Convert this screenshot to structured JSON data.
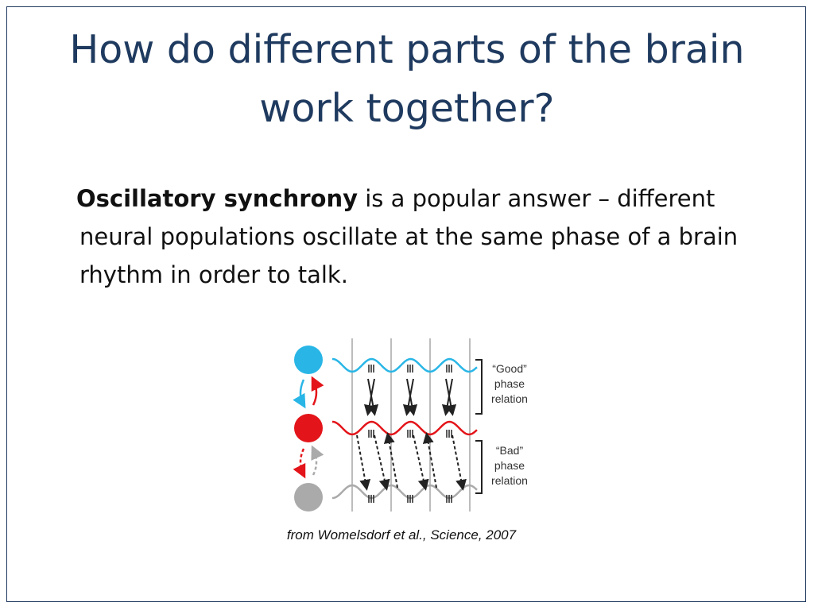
{
  "slide": {
    "title": "How do different parts of the brain work together?",
    "body": {
      "term": "Oscillatory synchrony",
      "text": " is a popular answer – different neural populations oscillate at the same phase of a brain rhythm in order to talk."
    },
    "caption": "from Womelsdorf et al., Science, 2007"
  },
  "figure": {
    "good_label": [
      "“Good”",
      "phase",
      "relation"
    ],
    "bad_label": [
      "“Bad”",
      "phase",
      "relation"
    ],
    "colors": {
      "blue": "#29b6e6",
      "red": "#e3151a",
      "gray": "#aaaaaa",
      "line": "#bdbdbd",
      "title": "#1f3a5f"
    }
  }
}
